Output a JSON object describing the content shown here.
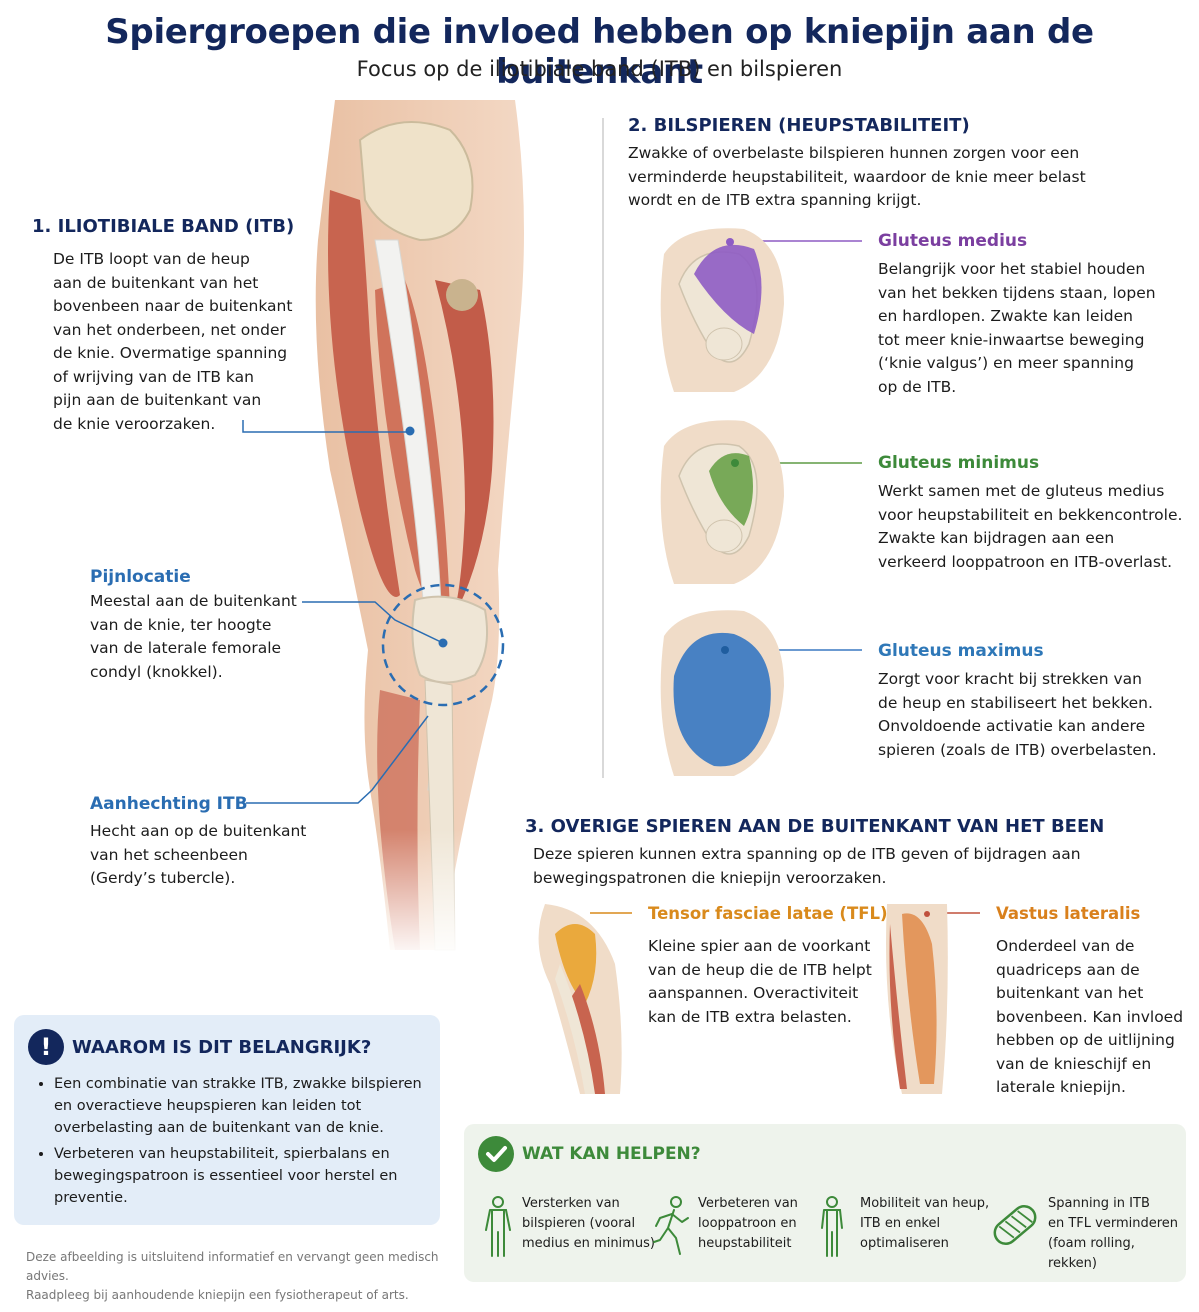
{
  "header": {
    "title": "Spiergroepen die invloed hebben op kniepijn aan de buitenkant",
    "subtitle": "Focus op de iliotibiale band (ITB) en bilspieren"
  },
  "itb": {
    "heading": "1. ILIOTIBIALE BAND (ITB)",
    "lines": [
      "De ITB loopt van de heup",
      "aan de buitenkant van het",
      "bovenbeen naar de buitenkant",
      "van het onderbeen, net onder",
      "de knie. Overmatige spanning",
      "of wrijving van de ITB kan",
      "pijn aan de buitenkant van",
      "de knie veroorzaken."
    ]
  },
  "pain": {
    "heading": "Pijnlocatie",
    "lines": [
      "Meestal aan de buitenkant",
      "van de knie, ter hoogte",
      "van de laterale femorale",
      "condyl (knokkel)."
    ]
  },
  "attach": {
    "heading": "Aanhechting ITB",
    "lines": [
      "Hecht aan op de buitenkant",
      "van het scheenbeen",
      "(Gerdy’s tubercle)."
    ]
  },
  "glutes": {
    "heading": "2. BILSPIEREN (HEUPSTABILITEIT)",
    "lines": [
      "Zwakke of overbelaste bilspieren hunnen zorgen voor een",
      "verminderde heupstabiliteit, waardoor de knie meer belast",
      "wordt en de ITB extra spanning krijgt."
    ],
    "medius": {
      "name": "Gluteus medius",
      "color": "#8e5cc4",
      "lines": [
        "Belangrijk voor het stabiel houden",
        "van het bekken tijdens staan, lopen",
        "en hardlopen. Zwakte kan leiden",
        "tot meer knie-inwaartse beweging",
        "(‘knie valgus’) en meer spanning",
        "op de ITB."
      ]
    },
    "minimus": {
      "name": "Gluteus minimus",
      "color": "#6aa24a",
      "lines": [
        "Werkt samen met de gluteus medius",
        "voor heupstabiliteit en bekkencontrole.",
        "Zwakte kan bijdragen aan een",
        "verkeerd looppatroon en ITB-overlast."
      ]
    },
    "maximus": {
      "name": "Gluteus maximus",
      "color": "#3a78c2",
      "lines": [
        "Zorgt voor kracht bij strekken van",
        "de heup en stabiliseert het bekken.",
        "Onvoldoende activatie kan andere",
        "spieren (zoals de ITB) overbelasten."
      ]
    }
  },
  "other": {
    "heading": "3. OVERIGE SPIEREN AAN DE BUITENKANT VAN HET BEEN",
    "lines": [
      "Deze spieren kunnen extra spanning op de ITB geven of bijdragen aan",
      "bewegingspatronen die kniepijn veroorzaken."
    ],
    "tfl": {
      "name": "Tensor fasciae latae (TFL)",
      "lines": [
        "Kleine spier aan de voorkant",
        "van de heup die de ITB helpt",
        "aanspannen. Overactiviteit",
        "kan de ITB extra belasten."
      ]
    },
    "vastus": {
      "name": "Vastus lateralis",
      "lines": [
        "Onderdeel van de",
        "quadriceps aan de",
        "buitenkant van het",
        "bovenbeen. Kan invloed",
        "hebben op de uitlijning",
        "van de knieschijf en",
        "laterale kniepijn."
      ]
    }
  },
  "why": {
    "title": "WAAROM IS DIT BELANGRIJK?",
    "icon": "exclamation-icon",
    "bullets": [
      "Een combinatie van strakke ITB, zwakke bilspieren en overactieve heupspieren kan leiden tot overbelasting aan de buitenkant van de knie.",
      "Verbeteren van heupstabiliteit, spierbalans en bewegingspatroon is essentieel voor herstel en preventie."
    ]
  },
  "disclaimer": [
    "Deze afbeelding is uitsluitend informatief en vervangt geen medisch advies.",
    "Raadpleeg bij aanhoudende kniepijn een fysiotherapeut of arts."
  ],
  "help": {
    "title": "WAT KAN HELPEN?",
    "items": [
      {
        "icon": "strength-figure-icon",
        "lines": [
          "Versterken van",
          "bilspieren (vooral",
          "medius en minimus)"
        ]
      },
      {
        "icon": "running-figure-icon",
        "lines": [
          "Verbeteren van",
          "looppatroon en",
          "heupstabiliteit"
        ]
      },
      {
        "icon": "mobility-figure-icon",
        "lines": [
          "Mobiliteit van heup,",
          "ITB en enkel",
          "optimaliseren"
        ]
      },
      {
        "icon": "foam-roller-icon",
        "lines": [
          "Spanning in ITB",
          "en TFL verminderen",
          "(foam rolling, rekken)"
        ]
      }
    ]
  },
  "colors": {
    "navy": "#13275c",
    "accent_blue": "#2a6db2",
    "green": "#3d8a3a",
    "orange": "#d98a1c"
  }
}
